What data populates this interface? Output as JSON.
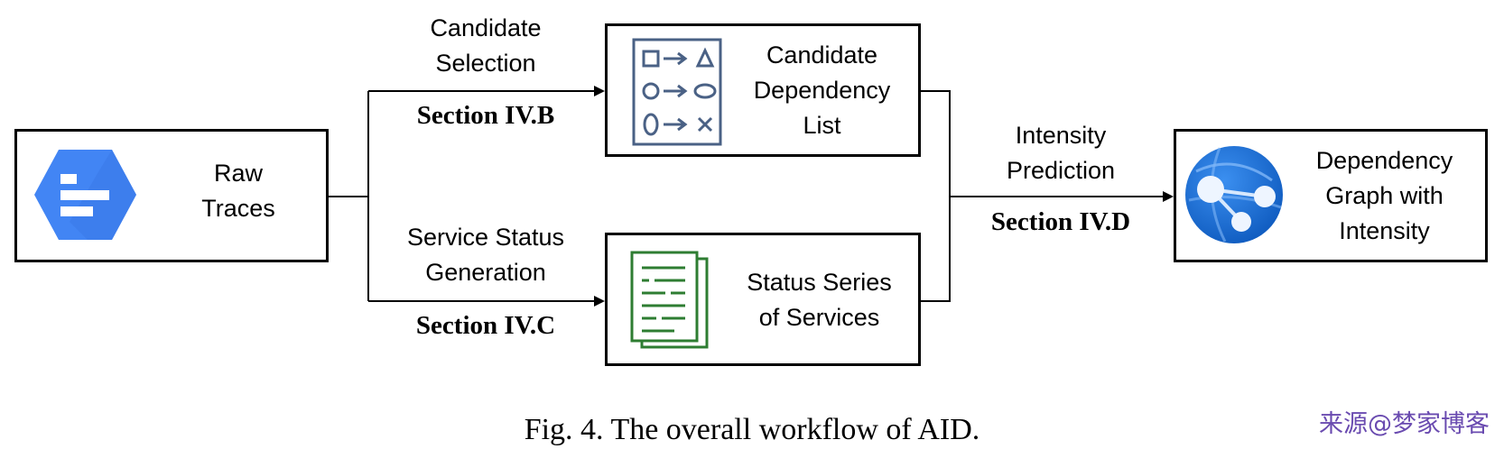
{
  "nodes": {
    "raw_traces": {
      "label": "Raw\nTraces",
      "icon": "hexagon-log-icon"
    },
    "candidate_list": {
      "label": "Candidate\nDependency\nList",
      "icon": "shape-mapping-icon"
    },
    "status_series": {
      "label": "Status Series\nof Services",
      "icon": "document-stack-icon"
    },
    "dependency_graph": {
      "label": "Dependency\nGraph with\nIntensity",
      "icon": "network-sphere-icon"
    }
  },
  "edges": {
    "candidate_selection": {
      "label": "Candidate\nSelection",
      "section": "Section IV.B"
    },
    "status_generation": {
      "label": "Service Status\nGeneration",
      "section": "Section IV.C"
    },
    "intensity_prediction": {
      "label": "Intensity\nPrediction",
      "section": "Section IV.D"
    }
  },
  "caption": "Fig. 4.  The overall workflow of AID.",
  "watermark": "来源@梦家博客",
  "colors": {
    "google_blue": "#4285f4",
    "slate_icon": "#4a6185",
    "green_icon": "#2e7d32",
    "azure_blue": "#1a6fd6",
    "watermark": "#6a4bb0"
  }
}
